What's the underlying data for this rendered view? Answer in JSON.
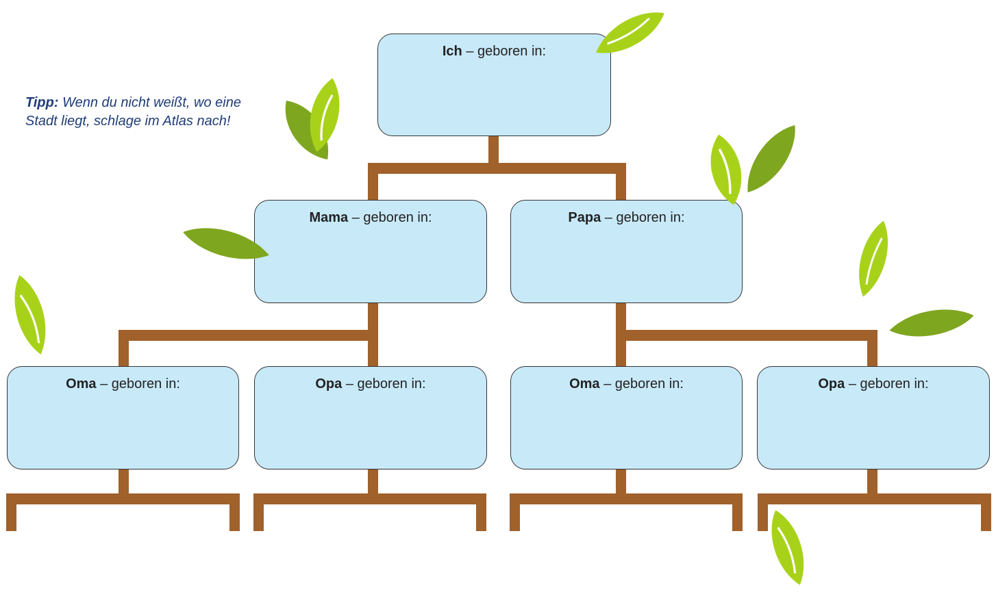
{
  "tip": {
    "label": "Tipp:",
    "text": "Wenn du nicht weißt, wo eine Stadt liegt, schlage im Atlas nach!"
  },
  "boxes": {
    "ich": {
      "name": "Ich",
      "suffix": " – geboren in:"
    },
    "mama": {
      "name": "Mama",
      "suffix": " – geboren in:"
    },
    "papa": {
      "name": "Papa",
      "suffix": " – geboren in:"
    },
    "oma_mama": {
      "name": "Oma",
      "suffix": " – geboren in:"
    },
    "opa_mama": {
      "name": "Opa",
      "suffix": " – geboren in:"
    },
    "oma_papa": {
      "name": "Oma",
      "suffix": " – geboren in:"
    },
    "opa_papa": {
      "name": "Opa",
      "suffix": " – geboren in:"
    }
  },
  "colors": {
    "box_fill": "#c8e9f8",
    "box_border": "#333333",
    "branch": "#a0612b",
    "leaf_light": "#a8d21a",
    "leaf_dark": "#7fa61f",
    "tip_text": "#1f3c78"
  },
  "icons": {
    "leaf": "leaf-icon"
  }
}
